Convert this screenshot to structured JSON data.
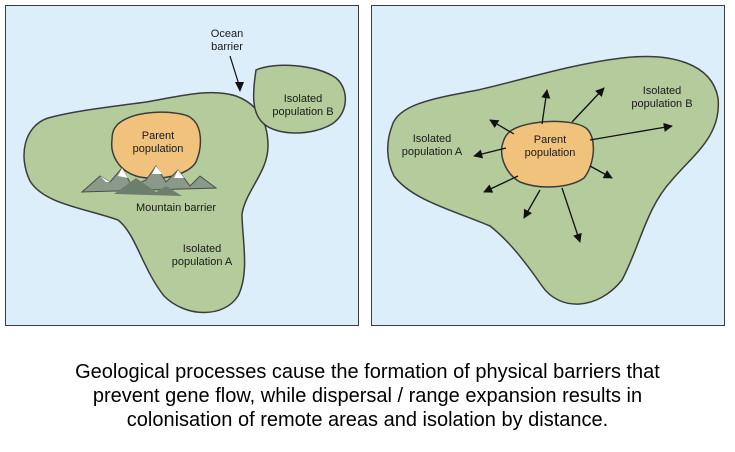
{
  "colors": {
    "sea": "#dbeefa",
    "land": "#b4cc9c",
    "population": "#f0c27b",
    "outline": "#3c3c3c"
  },
  "left_panel": {
    "ocean_barrier": [
      "Ocean",
      "barrier"
    ],
    "parent_population": [
      "Parent",
      "population"
    ],
    "mountain_barrier": "Mountain barrier",
    "isolated_a": [
      "Isolated",
      "population A"
    ],
    "isolated_b": [
      "Isolated",
      "population B"
    ]
  },
  "right_panel": {
    "parent_population": [
      "Parent",
      "population"
    ],
    "isolated_a": [
      "Isolated",
      "population A"
    ],
    "isolated_b": [
      "Isolated",
      "population B"
    ]
  },
  "caption": [
    "Geological processes cause the formation of physical barriers that",
    "prevent gene flow, while dispersal / range expansion results in",
    "colonisation of remote areas and isolation by distance."
  ]
}
